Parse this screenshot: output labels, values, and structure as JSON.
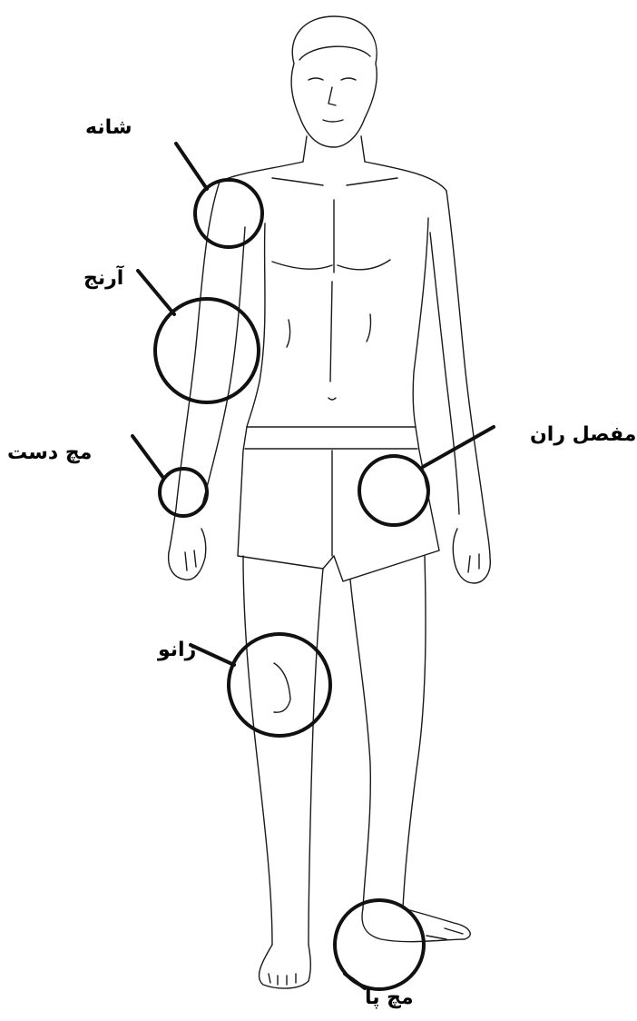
{
  "joints": {
    "shoulder": "شانه",
    "elbow": "آرنج",
    "wrist": "مچ دست",
    "hip": "مفصل ران",
    "knee": "زانو",
    "ankle": "مچ پا"
  },
  "colors": {
    "outline": "#1a1a1a",
    "marker": "#111111",
    "background": "#ffffff"
  }
}
